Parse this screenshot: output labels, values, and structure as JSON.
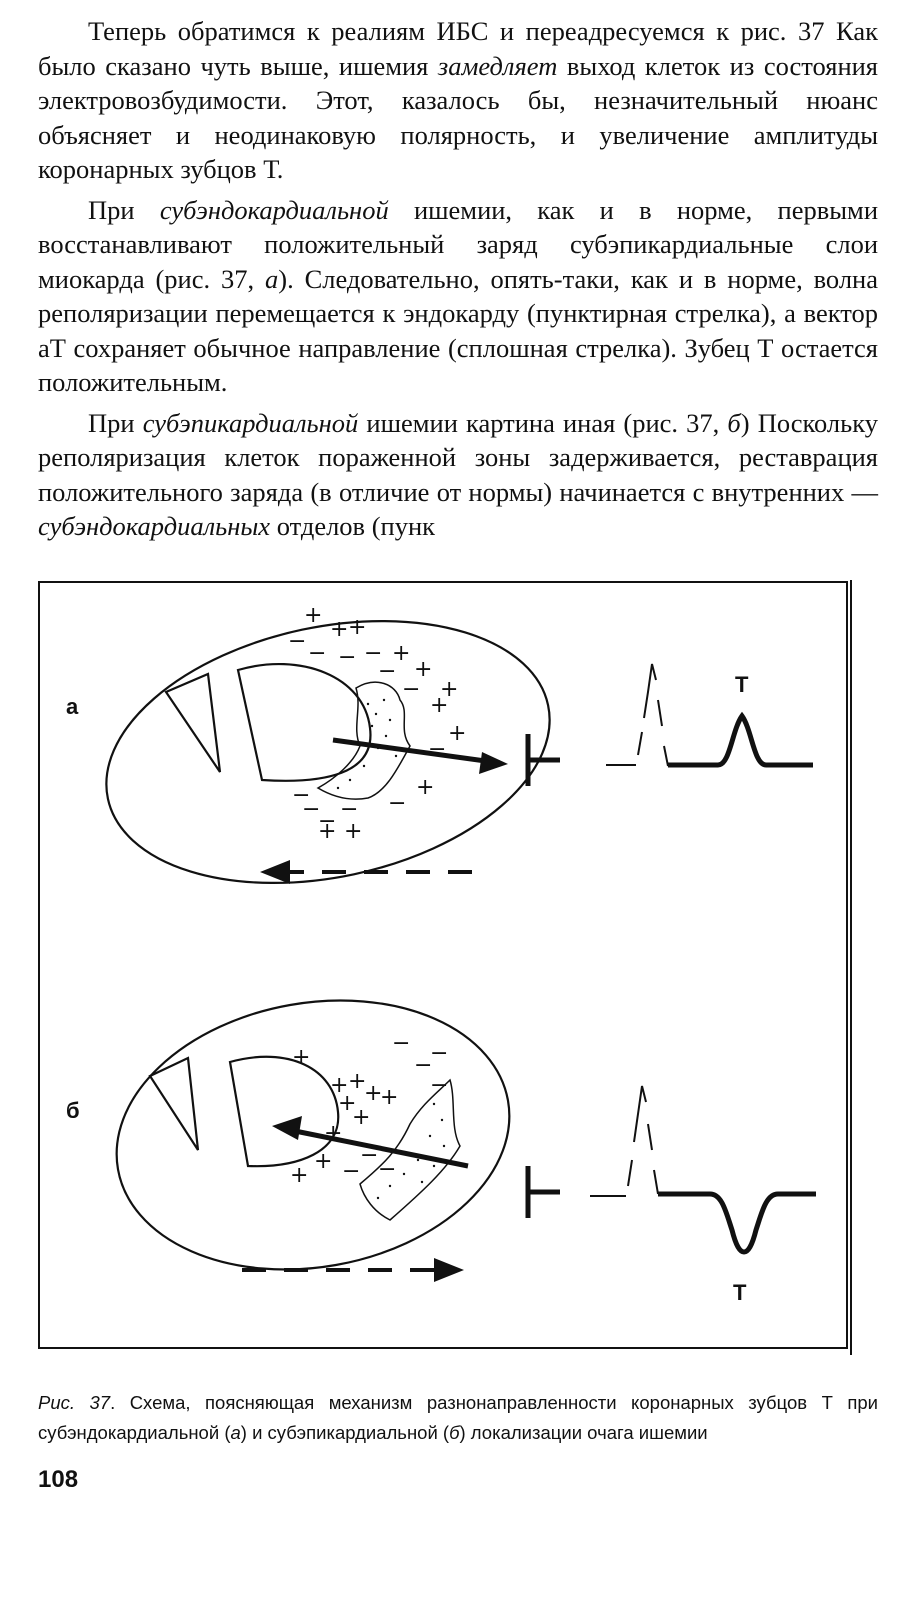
{
  "paragraphs": [
    {
      "parts": [
        {
          "text": "Теперь обратимся к реалиям ИБС и переадресуемся к рис. 37 Как было сказано чуть выше, ишемия ",
          "italic": false
        },
        {
          "text": "замедляет",
          "italic": true
        },
        {
          "text": " выход клеток из состояния электровозбудимости. Этот, казалось бы, незначительный нюанс объясняет и неодинаковую полярность, и увеличение амплитуды коронарных зубцов Т.",
          "italic": false
        }
      ]
    },
    {
      "parts": [
        {
          "text": "При ",
          "italic": false
        },
        {
          "text": "субэндокардиальной",
          "italic": true
        },
        {
          "text": " ишемии, как и в норме, первыми восстанавливают положительный заряд субэпикардиальные слои миокарда (рис. 37, ",
          "italic": false
        },
        {
          "text": "а",
          "italic": true
        },
        {
          "text": "). Следовательно, опять-таки, как и в норме, волна реполяризации перемещается к эндокарду (пунктирная стрелка), а вектор аТ сохраняет обычное направление (сплошная стрелка). Зубец Т остается положительным.",
          "italic": false
        }
      ]
    },
    {
      "parts": [
        {
          "text": "При ",
          "italic": false
        },
        {
          "text": "субэпикардиальной",
          "italic": true
        },
        {
          "text": " ишемии картина иная (рис. 37, ",
          "italic": false
        },
        {
          "text": "б",
          "italic": true
        },
        {
          "text": ") Поскольку реполяризация клеток пораженной зоны задерживается, реставрация положительного заряда (в отличие от нормы) начинается с внутренних — ",
          "italic": false
        },
        {
          "text": "субэндокардиальных",
          "italic": true
        },
        {
          "text": " отделов (пунк",
          "italic": false
        }
      ]
    }
  ],
  "figure": {
    "panel_a_label": "а",
    "panel_b_label": "б",
    "wave_a_label": "T",
    "wave_b_label": "T",
    "panel_a_t_wave": "positive",
    "panel_b_t_wave": "negative"
  },
  "caption": {
    "parts": [
      {
        "text": "Рис. 37",
        "italic": true
      },
      {
        "text": ". Схема, поясняющая механизм разнонаправленности коронарных зубцов Т при субэндокардиальной (",
        "italic": false
      },
      {
        "text": "а",
        "italic": true
      },
      {
        "text": ") и субэпикардиальной (",
        "italic": false
      },
      {
        "text": "б",
        "italic": true
      },
      {
        "text": ") локализации очага ишемии",
        "italic": false
      }
    ]
  },
  "page_number": "108"
}
